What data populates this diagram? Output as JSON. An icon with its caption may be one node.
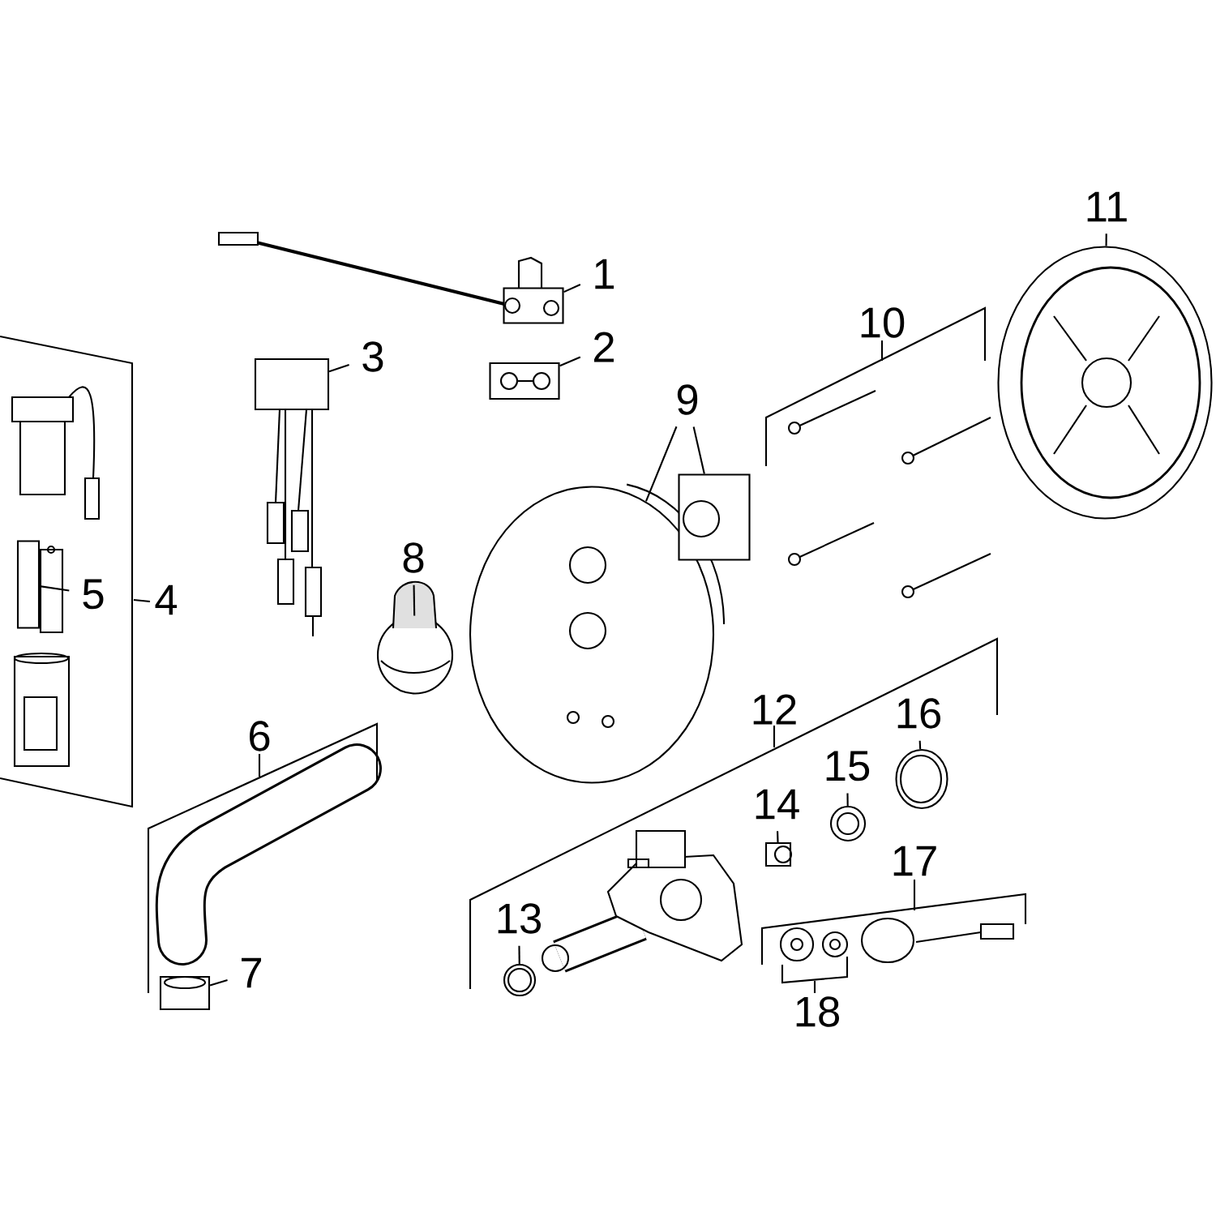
{
  "diagram": {
    "nodes": [
      {
        "text": [
          "1"
        ]
      },
      {
        "text": [],
        "shape": "picture"
      },
      {
        "text": [
          "2"
        ]
      },
      {
        "text": [],
        "shape": "picture"
      },
      {
        "text": [
          "3"
        ]
      },
      {
        "text": [],
        "shape": "picture"
      },
      {
        "text": [
          "5"
        ]
      },
      {
        "text": [],
        "shape": "picture"
      },
      {
        "text": [
          "8"
        ]
      },
      {
        "text": [],
        "shape": "picture"
      },
      {
        "text": [
          "9"
        ]
      },
      {
        "text": [],
        "shape": "picture"
      },
      {
        "text": [],
        "shape": "picture"
      },
      {
        "text": [
          "11"
        ]
      },
      {
        "text": [],
        "shape": "picture"
      },
      {
        "text": [
          "7"
        ]
      },
      {
        "text": [],
        "shape": "picture"
      },
      {
        "text": [
          "13"
        ]
      },
      {
        "text": [],
        "shape": "picture"
      },
      {
        "text": [
          "14"
        ]
      },
      {
        "text": [],
        "shape": "picture"
      },
      {
        "text": [
          "15"
        ]
      },
      {
        "text": [],
        "shape": "picture"
      },
      {
        "text": [
          "16"
        ]
      },
      {
        "text": [],
        "shape": "picture"
      }
    ],
    "edges": [
      {
        "from": 0,
        "to": 1,
        "arrow": "none"
      },
      {
        "from": 2,
        "to": 3,
        "arrow": "none"
      },
      {
        "from": 4,
        "to": 5,
        "arrow": "none"
      },
      {
        "from": 6,
        "to": 7,
        "arrow": "none"
      },
      {
        "from": 8,
        "to": 9,
        "arrow": "none"
      },
      {
        "from": 10,
        "to": 11,
        "arrow": "none"
      },
      {
        "from": 10,
        "to": 12,
        "arrow": "none"
      },
      {
        "from": 13,
        "to": 14,
        "arrow": "none"
      },
      {
        "from": 15,
        "to": 16,
        "arrow": "none"
      },
      {
        "from": 17,
        "to": 18,
        "arrow": "none"
      },
      {
        "from": 19,
        "to": 20,
        "arrow": "none"
      },
      {
        "from": 21,
        "to": 22,
        "arrow": "none"
      },
      {
        "from": 23,
        "to": 24,
        "arrow": "none"
      }
    ],
    "labels": [
      "10",
      "4",
      "12",
      "6",
      "17",
      "18"
    ]
  }
}
